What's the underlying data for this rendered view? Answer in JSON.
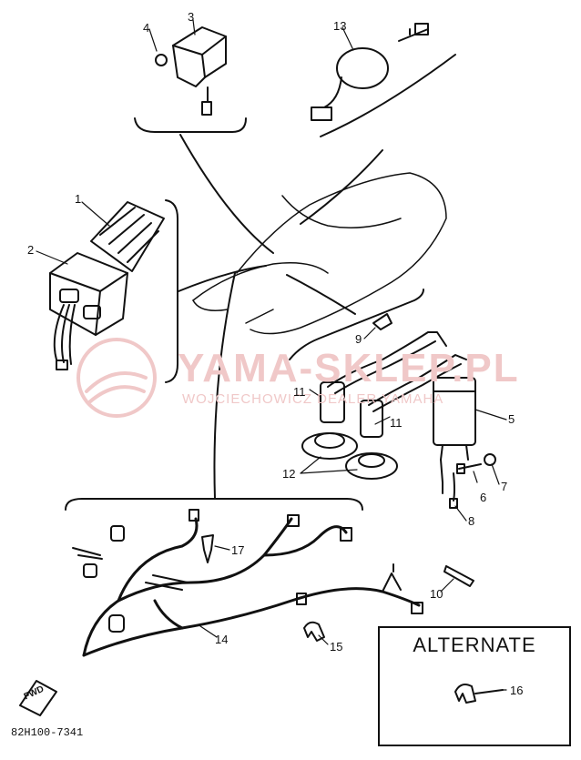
{
  "callouts": {
    "c1": "1",
    "c2": "2",
    "c3": "3",
    "c4": "4",
    "c5": "5",
    "c6": "6",
    "c7": "7",
    "c8": "8",
    "c9": "9",
    "c10": "10",
    "c11a": "11",
    "c11b": "11",
    "c12": "12",
    "c13": "13",
    "c14": "14",
    "c15": "15",
    "c16": "16",
    "c17": "17"
  },
  "alternate": {
    "title": "ALTERNATE"
  },
  "fwd_label": "FWD",
  "part_code": "82H100-7341",
  "watermark": {
    "main": "YAMA-SKLEP.PL",
    "sub": "WOJCIECHOWICZ DEALER YAMAHA"
  }
}
